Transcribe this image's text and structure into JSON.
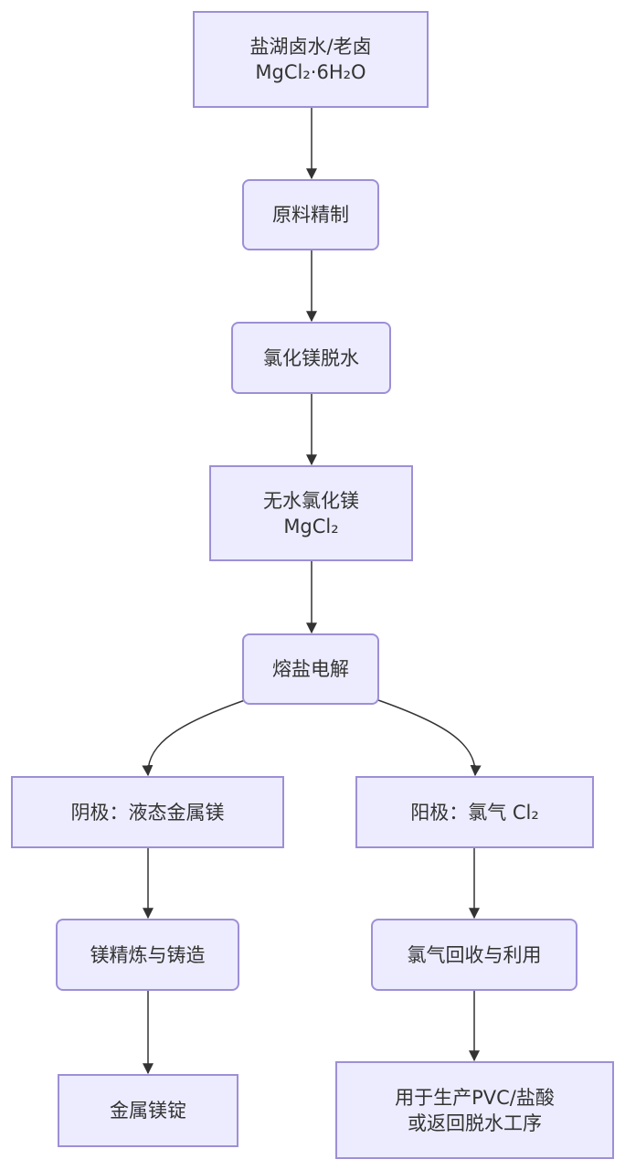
{
  "colors": {
    "node_fill": "#ececfe",
    "node_border": "#9e8fd6",
    "edge": "#333333",
    "text": "#333333",
    "background": "#ffffff"
  },
  "nodes": {
    "brine": {
      "line1": "盐湖卤水/老卤",
      "line2": "MgCl₂·6H₂O"
    },
    "refine": {
      "label": "原料精制"
    },
    "dehydrate": {
      "label": "氯化镁脱水"
    },
    "anhydrous": {
      "line1": "无水氯化镁",
      "line2": "MgCl₂"
    },
    "electrolysis": {
      "label": "熔盐电解"
    },
    "cathode": {
      "label": "阴极：液态金属镁"
    },
    "anode": {
      "label": "阳极：氯气 Cl₂"
    },
    "casting": {
      "label": "镁精炼与铸造"
    },
    "recovery": {
      "label": "氯气回收与利用"
    },
    "ingot": {
      "label": "金属镁锭"
    },
    "usage": {
      "line1": "用于生产PVC/盐酸",
      "line2": "或返回脱水工序"
    }
  }
}
